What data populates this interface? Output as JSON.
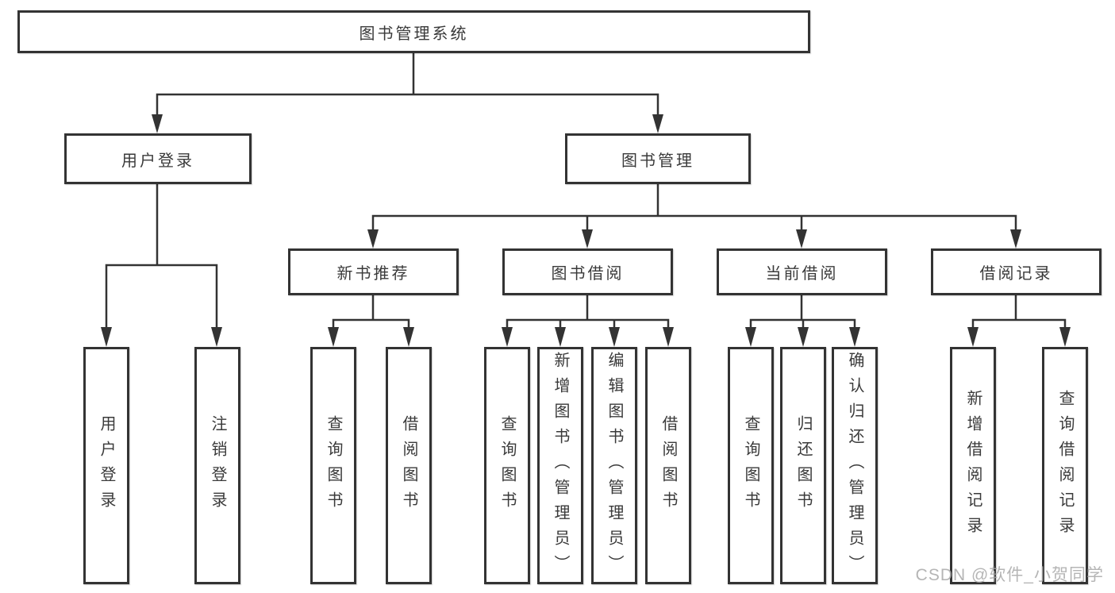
{
  "tree": {
    "root": {
      "label": "图书管理系统",
      "children": [
        {
          "label": "用户登录",
          "children": [
            {
              "label": "用户登录"
            },
            {
              "label": "注销登录"
            }
          ]
        },
        {
          "label": "图书管理",
          "children": [
            {
              "label": "新书推荐",
              "children": [
                {
                  "label": "查询图书"
                },
                {
                  "label": "借阅图书"
                }
              ]
            },
            {
              "label": "图书借阅",
              "children": [
                {
                  "label": "查询图书"
                },
                {
                  "label": "新增图书（管理员）"
                },
                {
                  "label": "编辑图书（管理员）"
                },
                {
                  "label": "借阅图书"
                }
              ]
            },
            {
              "label": "当前借阅",
              "children": [
                {
                  "label": "查询图书"
                },
                {
                  "label": "归还图书"
                },
                {
                  "label": "确认归还（管理员）"
                }
              ]
            },
            {
              "label": "借阅记录",
              "children": [
                {
                  "label": "新增借阅记录"
                },
                {
                  "label": "查询借阅记录"
                }
              ]
            }
          ]
        }
      ]
    }
  },
  "watermark": "CSDN @软件_小贺同学",
  "colors": {
    "line": "#333333",
    "box_border": "#333333",
    "text": "#3a3a3a",
    "background": "#ffffff",
    "watermark": "#a8a8a8"
  }
}
